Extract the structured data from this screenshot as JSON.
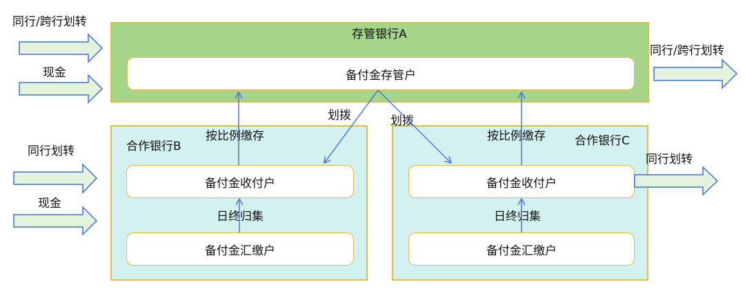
{
  "bank_a": {
    "title": "存管银行A",
    "account": "备付金存管户"
  },
  "bank_b": {
    "title": "合作银行B",
    "receive_account": "备付金收付户",
    "collect_account": "备付金汇缴户",
    "daily_label": "日终归集",
    "ratio_label": "按比例缴存"
  },
  "bank_c": {
    "title": "合作银行C",
    "receive_account": "备付金收付户",
    "collect_account": "备付金汇缴户",
    "daily_label": "日终归集",
    "ratio_label": "按比例缴存"
  },
  "allocate_label": "划拨",
  "inflows_a": [
    "同行/跨行划转",
    "现金"
  ],
  "outflow_a": "同行/跨行划转",
  "inflows_b": [
    "同行划转",
    "现金"
  ],
  "outflow_c": "同行划转",
  "colors": {
    "bank_a_fill": "#a6d48a",
    "bank_fill": "#d3f1ef",
    "border": "#e6b84a",
    "arrow_fill": "#e3f3dc",
    "arrow_stroke": "#3f6fd9",
    "connector": "#4a78d6"
  }
}
